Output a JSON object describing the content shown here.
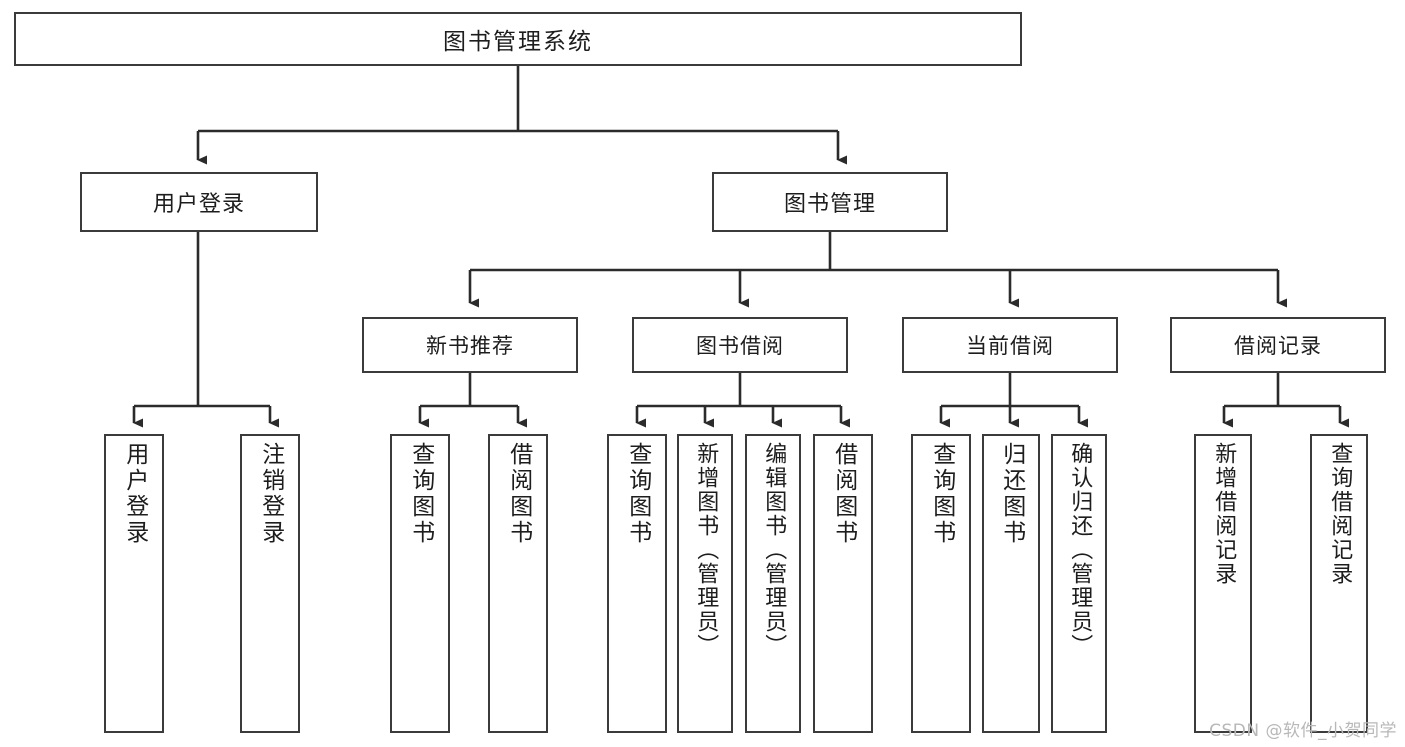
{
  "diagram": {
    "title": "图书管理系统",
    "type": "functional-structure-tree",
    "colors": {
      "background": "#ffffff",
      "node_border": "#3b3b3b",
      "node_fill": "#ffffff",
      "text": "#1d1d1d",
      "edge": "#2b2b2b",
      "watermark": "#b8b8b8"
    },
    "root": {
      "label": "图书管理系统"
    },
    "level1": [
      {
        "label": "用户登录"
      },
      {
        "label": "图书管理"
      }
    ],
    "level2": [
      {
        "label": "新书推荐"
      },
      {
        "label": "图书借阅"
      },
      {
        "label": "当前借阅"
      },
      {
        "label": "借阅记录"
      }
    ],
    "leaves": {
      "user_login": [
        {
          "label": "用户登录"
        },
        {
          "label": "注销登录"
        }
      ],
      "new_book_recommend": [
        {
          "label": "查询图书"
        },
        {
          "label": "借阅图书"
        }
      ],
      "book_borrow": [
        {
          "label": "查询图书"
        },
        {
          "label": "新增图书（管理员）"
        },
        {
          "label": "编辑图书（管理员）"
        },
        {
          "label": "借阅图书"
        }
      ],
      "current_borrow": [
        {
          "label": "查询图书"
        },
        {
          "label": "归还图书"
        },
        {
          "label": "确认归还（管理员）"
        }
      ],
      "borrow_record": [
        {
          "label": "新增借阅记录"
        },
        {
          "label": "查询借阅记录"
        }
      ]
    }
  },
  "watermark": {
    "text": "CSDN @软件_小贺同学"
  }
}
